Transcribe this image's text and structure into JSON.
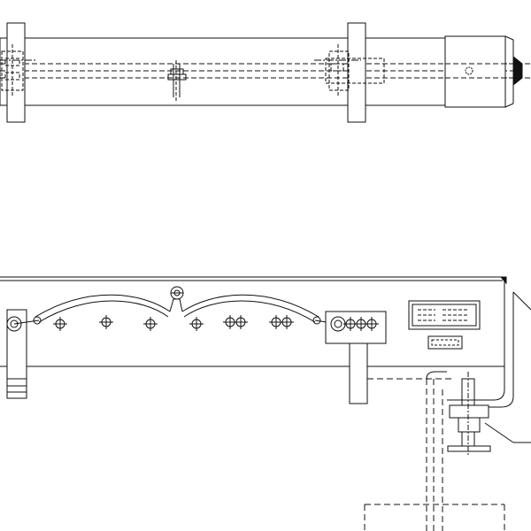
{
  "drawing": {
    "views": [
      "top-view",
      "side-view"
    ],
    "colors": {
      "line": "#111111",
      "background": "#ffffff"
    },
    "top_view": {
      "bolts_solid": 1,
      "bolts_hidden": 2,
      "end_cap": "right-end-cap"
    },
    "side_view": {
      "cable_anchor_count": 3,
      "crosshair_holes": 9,
      "terminal_block_holes": 3,
      "nameplate": "nameplate-panel"
    }
  }
}
